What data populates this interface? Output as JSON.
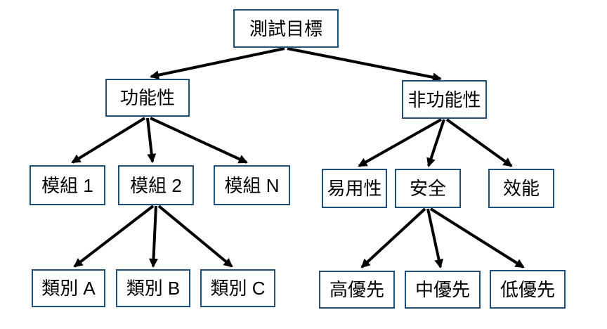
{
  "diagram": {
    "type": "tree",
    "background_color": "#ffffff",
    "box_border_color": "#1f4e79",
    "box_fill_color": "#ffffff",
    "arrow_color": "#000000",
    "text_color": "#000000",
    "nodes": [
      {
        "id": "test-objectives",
        "label": "測試目標",
        "level": 1
      },
      {
        "id": "functional",
        "label": "功能性",
        "level": 2
      },
      {
        "id": "non-functional",
        "label": "非功能性",
        "level": 2
      },
      {
        "id": "module-1",
        "label": "模組 1",
        "level": 3
      },
      {
        "id": "module-2",
        "label": "模組 2",
        "level": 3
      },
      {
        "id": "module-n",
        "label": "模組 N",
        "level": 3
      },
      {
        "id": "usability",
        "label": "易用性",
        "level": 3
      },
      {
        "id": "security",
        "label": "安全",
        "level": 3
      },
      {
        "id": "performance",
        "label": "效能",
        "level": 3
      },
      {
        "id": "category-a",
        "label": "類別 A",
        "level": 4
      },
      {
        "id": "category-b",
        "label": "類別 B",
        "level": 4
      },
      {
        "id": "category-c",
        "label": "類別 C",
        "level": 4
      },
      {
        "id": "high-priority",
        "label": "高優先",
        "level": 4
      },
      {
        "id": "medium-priority",
        "label": "中優先",
        "level": 4
      },
      {
        "id": "low-priority",
        "label": "低優先",
        "level": 4
      }
    ],
    "edges": [
      {
        "from": "test-objectives",
        "to": "functional"
      },
      {
        "from": "test-objectives",
        "to": "non-functional"
      },
      {
        "from": "functional",
        "to": "module-1"
      },
      {
        "from": "functional",
        "to": "module-2"
      },
      {
        "from": "functional",
        "to": "module-n"
      },
      {
        "from": "non-functional",
        "to": "usability"
      },
      {
        "from": "non-functional",
        "to": "security"
      },
      {
        "from": "non-functional",
        "to": "performance"
      },
      {
        "from": "module-2",
        "to": "category-a"
      },
      {
        "from": "module-2",
        "to": "category-b"
      },
      {
        "from": "module-2",
        "to": "category-c"
      },
      {
        "from": "security",
        "to": "high-priority"
      },
      {
        "from": "security",
        "to": "medium-priority"
      },
      {
        "from": "security",
        "to": "low-priority"
      }
    ]
  }
}
